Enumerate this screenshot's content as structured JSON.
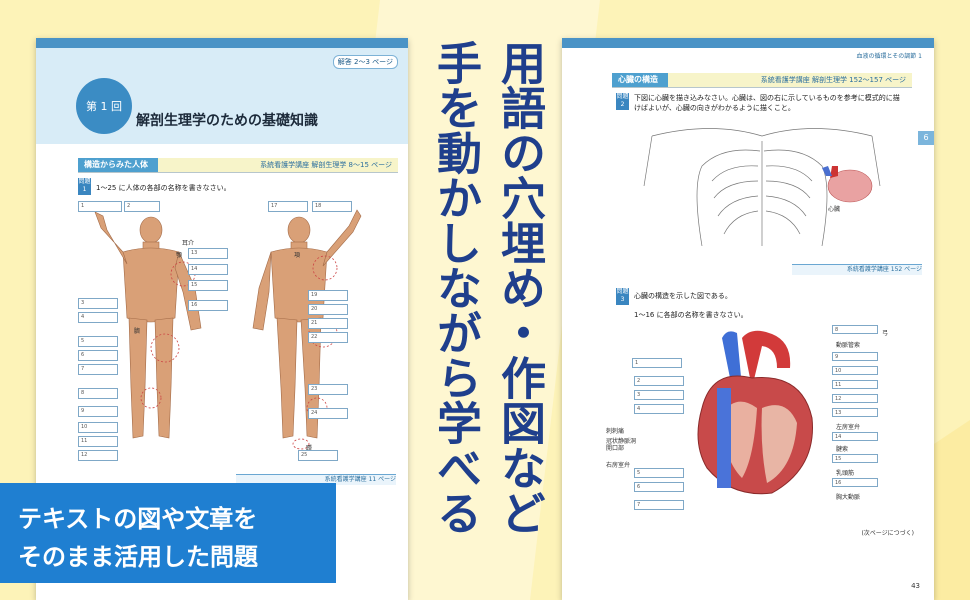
{
  "headline": {
    "col1": "用語の穴埋め・作図など",
    "col2": "手を動かしながら学べる"
  },
  "cta": {
    "line1": "テキストの図や文章を",
    "line2": "そのまま活用した問題"
  },
  "left_page": {
    "tag": "解答 2〜3 ページ",
    "lesson_badge": "第 1 回",
    "lesson_title": "解剖生理学のための基礎知識",
    "section_label": "構造からみた人体",
    "section_ref": "系統看護学講座 解剖生理学 8〜15 ページ",
    "q1_num": "問題 1",
    "q1_text": "1〜25 に人体の各部の名称を書きなさい。",
    "labels": [
      "耳介",
      "顎",
      "臍",
      "項",
      "踵"
    ],
    "boxes_left": [
      "1",
      "2",
      "3",
      "4",
      "5",
      "6",
      "7",
      "8",
      "9",
      "10",
      "11",
      "12"
    ],
    "boxes_mid": [
      "13",
      "14",
      "15",
      "16"
    ],
    "boxes_right": [
      "17",
      "18",
      "19",
      "20",
      "21",
      "22",
      "23",
      "24",
      "25"
    ],
    "bottom_ref": "系統看護学講座 11 ページ"
  },
  "right_page": {
    "header": "血液の循環とその調節 1",
    "chapter_tab": "6",
    "section_label": "心臓の構造",
    "section_ref": "系統看護学講座 解剖生理学 152〜157 ページ",
    "q2_num": "問題 2",
    "q2_text": "下図に心臓を描き込みなさい。心臓は、図の右に示しているものを参考に模式的に描けばよいが、心臓の向きがわかるように描くこと。",
    "heart_label": "心臓",
    "q2_ref": "系統看護学講座 152 ページ",
    "q3_num": "問題 3",
    "q3_text": "心臓の構造を示した図である。",
    "q3_sub": "1〜16 に各部の名称を書きなさい。",
    "left_labels": [
      "刺刺痛",
      "冠状静脈洞\n開口部",
      "右房室弁"
    ],
    "right_labels": [
      "弓",
      "動脈管索",
      "左房室弁",
      "腱索",
      "乳頭筋",
      "胸大動脈"
    ],
    "boxes_left": [
      "1",
      "2",
      "3",
      "4",
      "5",
      "6",
      "7"
    ],
    "boxes_right": [
      "8",
      "9",
      "10",
      "11",
      "12",
      "13",
      "14",
      "15",
      "16"
    ],
    "footer_note": "(次ページにつづく)",
    "page_number": "43"
  },
  "colors": {
    "background": "#fdf3b8",
    "headline": "#1f3f8c",
    "cta_bg": "#1f7fd1",
    "accent_blue": "#3b8cc4"
  }
}
